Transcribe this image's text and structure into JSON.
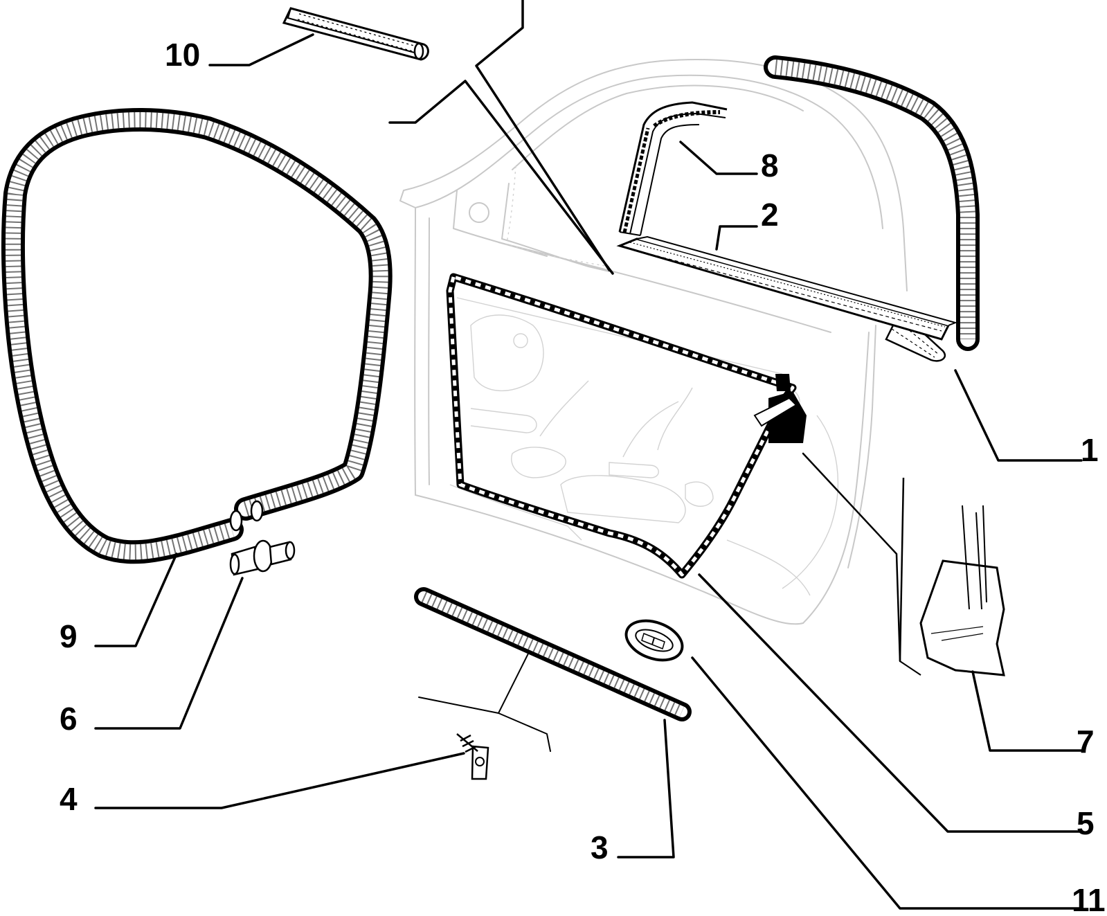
{
  "diagram": {
    "callouts": {
      "c1": "1",
      "c2": "2",
      "c3": "3",
      "c4": "4",
      "c5": "5",
      "c6": "6",
      "c7": "7",
      "c8": "8",
      "c9": "9",
      "c10": "10",
      "c11": "11"
    },
    "colors": {
      "line": "#000000",
      "ghost_outline": "#c8c8c8",
      "background": "#ffffff"
    }
  }
}
